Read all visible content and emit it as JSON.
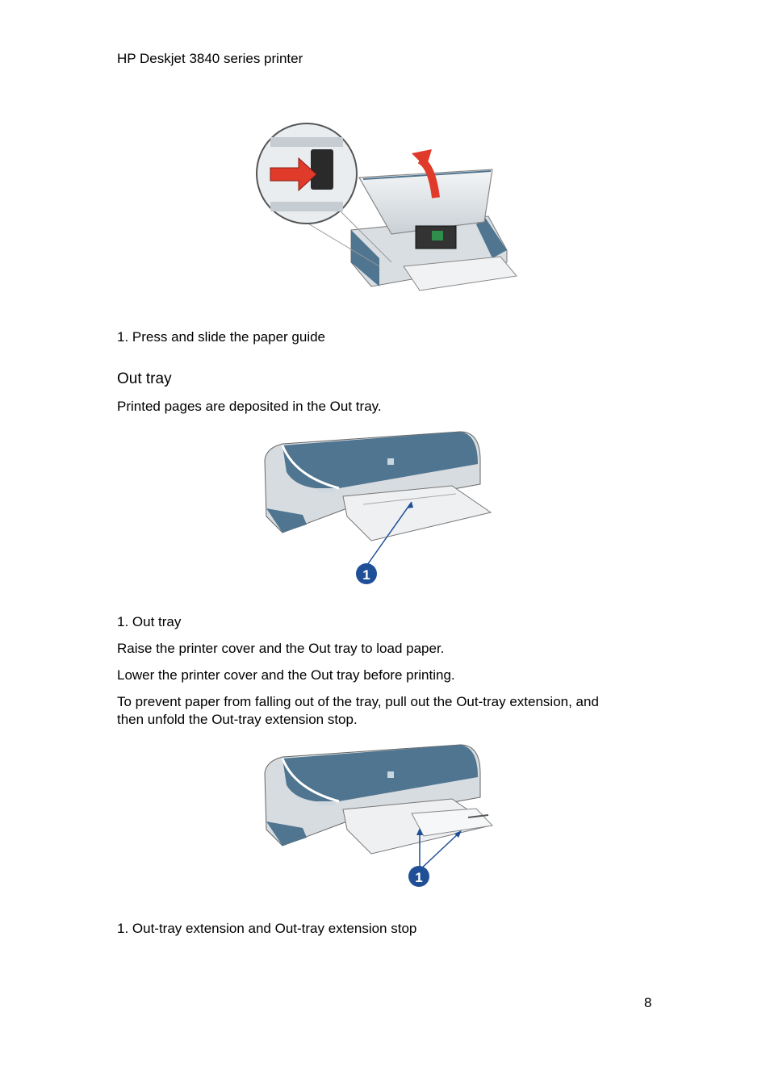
{
  "header": {
    "title": "HP Deskjet 3840 series printer"
  },
  "figures": {
    "paper_guide": {
      "caption": "1. Press and slide the paper guide"
    },
    "out_tray": {
      "caption": "1. Out tray",
      "callout": "1"
    },
    "extension": {
      "caption": "1. Out-tray extension and Out-tray extension stop",
      "callout": "1"
    }
  },
  "section": {
    "heading": "Out tray",
    "intro": "Printed pages are deposited in the Out tray.",
    "para_raise": "Raise the printer cover and the Out tray to load paper.",
    "para_lower": "Lower the printer cover and the Out tray before printing.",
    "para_prevent_line1": "To prevent paper from falling out of the tray, pull out the Out-tray extension, and",
    "para_prevent_line2": "then unfold the Out-tray extension stop."
  },
  "footer": {
    "page_number": "8"
  },
  "colors": {
    "printer_blue": "#4f7590",
    "arrow_red": "#e03a2a",
    "callout_blue": "#1f4f97"
  }
}
